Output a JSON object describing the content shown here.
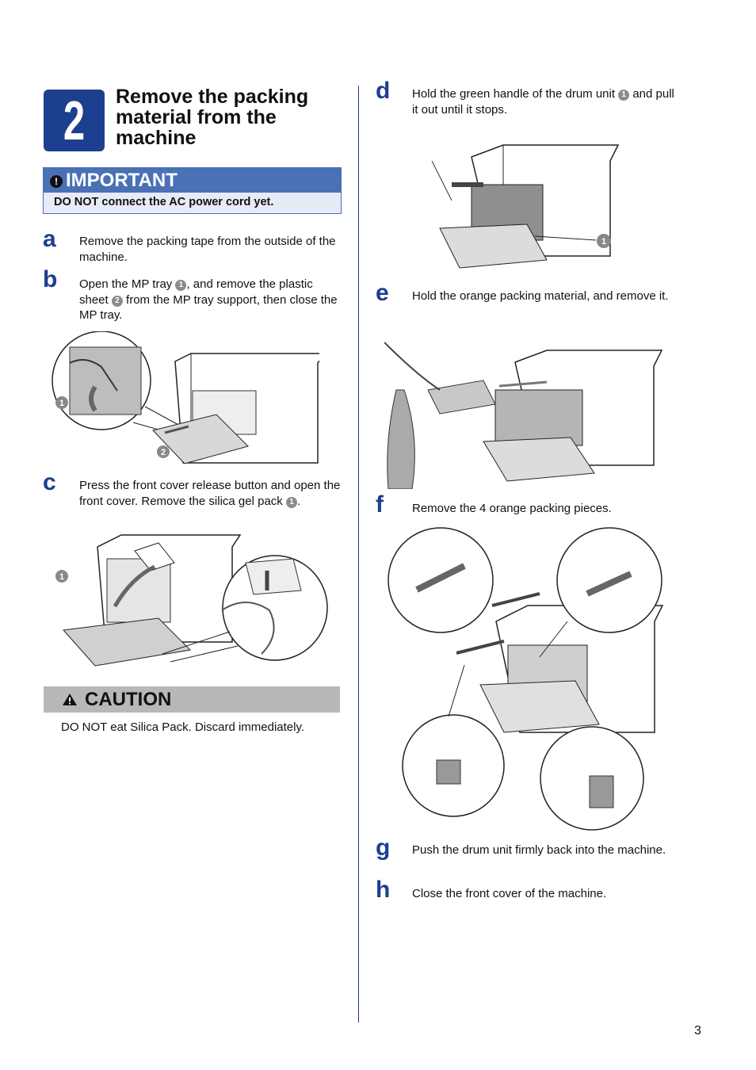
{
  "step": {
    "number": "2",
    "title": "Remove the packing material from the machine"
  },
  "important": {
    "label": "IMPORTANT",
    "text": "DO NOT connect the AC power cord yet."
  },
  "steps": {
    "a": {
      "letter": "a",
      "text": "Remove the packing tape from the outside of the machine."
    },
    "b": {
      "letter": "b",
      "text_1": "Open the MP tray ",
      "callout_1": "1",
      "text_2": ", and remove the plastic sheet ",
      "callout_2": "2",
      "text_3": " from the MP tray support, then close the MP tray."
    },
    "c": {
      "letter": "c",
      "text_1": "Press the front cover release button and open the front cover. Remove the silica gel pack ",
      "callout_1": "1",
      "text_2": "."
    },
    "d": {
      "letter": "d",
      "text_1": "Hold the green handle of the drum unit ",
      "callout_1": "1",
      "text_2": " and pull it out until it stops."
    },
    "e": {
      "letter": "e",
      "text": "Hold the orange packing material, and remove it."
    },
    "f": {
      "letter": "f",
      "text": "Remove the 4 orange packing pieces."
    },
    "g": {
      "letter": "g",
      "text": "Push the drum unit firmly back into the machine."
    },
    "h": {
      "letter": "h",
      "text": "Close the front cover of the machine."
    }
  },
  "figures": {
    "b": {
      "callouts": [
        "1",
        "2"
      ]
    },
    "c": {
      "callouts": [
        "1"
      ]
    },
    "d": {
      "callouts": [
        "1"
      ]
    }
  },
  "caution": {
    "label": "CAUTION",
    "icon": "warning-triangle-icon",
    "text": "DO NOT eat Silica Pack. Discard immediately."
  },
  "page_number": "3",
  "colors": {
    "brand_blue": "#1d3f8f",
    "important_blue": "#4a71b5",
    "important_bg": "#e6ebf5",
    "caution_gray": "#b8b8b8"
  }
}
